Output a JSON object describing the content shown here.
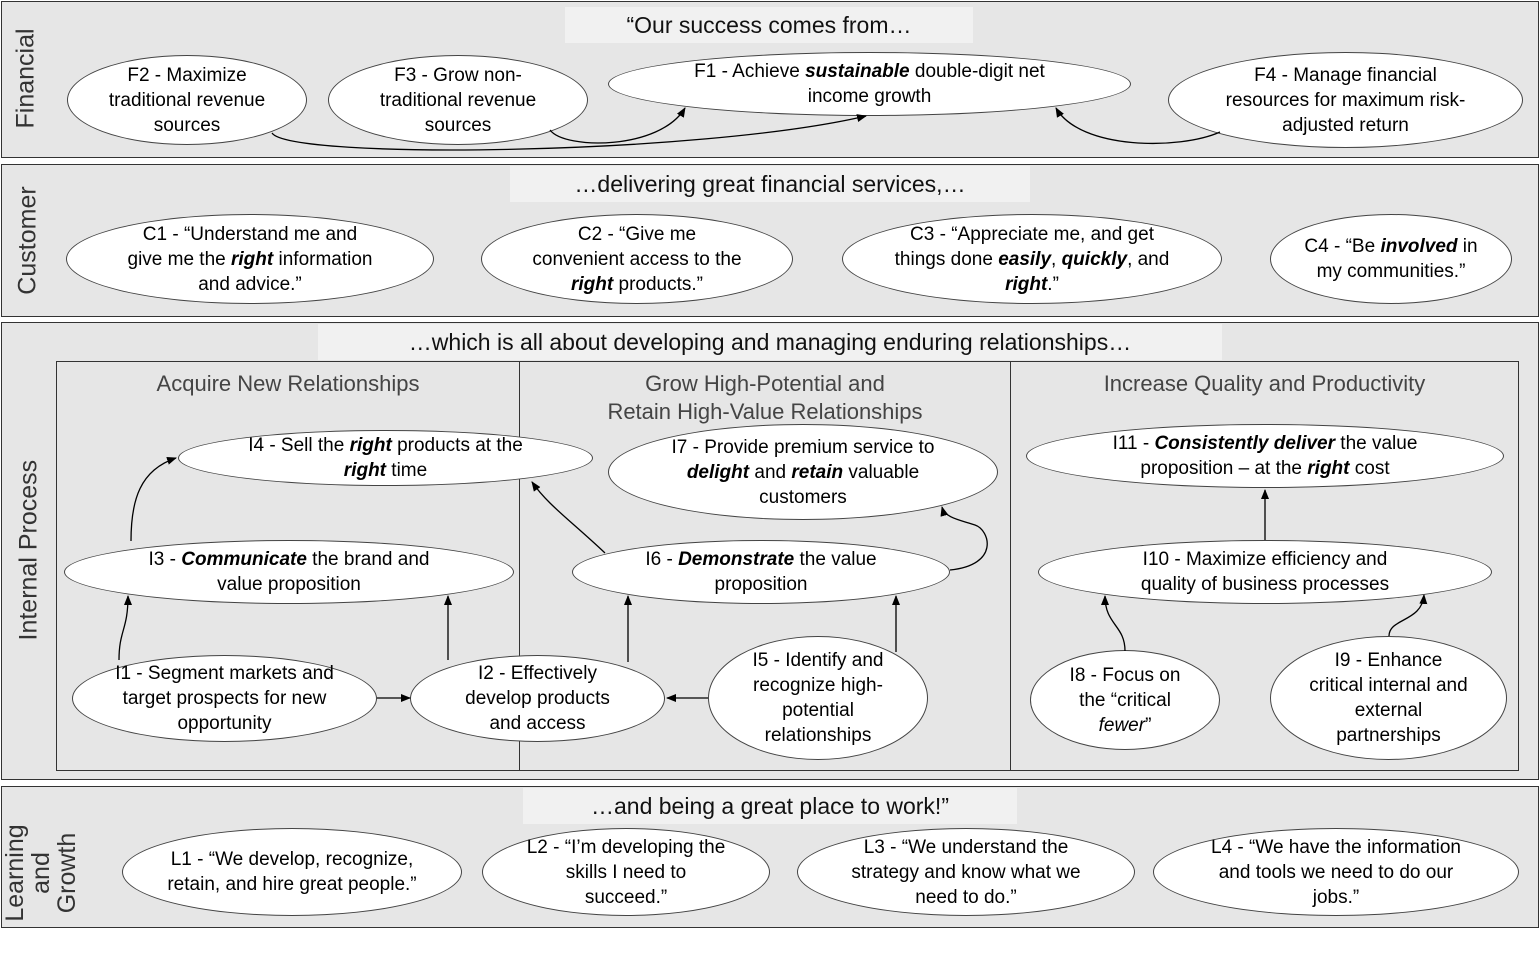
{
  "financial": {
    "label": "Financial",
    "banner": "“Our success comes from…",
    "F2": "F2 - Maximize traditional revenue sources",
    "F3": "F3 - Grow non-traditional revenue sources",
    "F1_a": "F1 - Achieve ",
    "F1_b": "sustainable",
    "F1_c": " double-digit net income growth",
    "F4": "F4 - Manage financial resources for maximum risk-adjusted return"
  },
  "customer": {
    "label": "Customer",
    "banner": "…delivering great financial services,…",
    "C1_a": "C1 - “Understand me and give me the ",
    "C1_b": "right",
    "C1_c": " information and advice.”",
    "C2_a": "C2 - “Give me convenient access to the ",
    "C2_b": "right",
    "C2_c": " products.”",
    "C3_a": "C3 - “Appreciate me, and get things done ",
    "C3_b": "easily",
    "C3_c": ", ",
    "C3_d": "quickly",
    "C3_e": ", and ",
    "C3_f": "right",
    "C3_g": ".”",
    "C4_a": "C4 - “Be ",
    "C4_b": "involved",
    "C4_c": " in my communities.”"
  },
  "internal": {
    "label": "Internal Process",
    "banner": "…which is all about developing and managing enduring relationships…",
    "col1_title": "Acquire New Relationships",
    "col2_title_1": "Grow High-Potential and",
    "col2_title_2": "Retain High-Value Relationships",
    "col3_title": "Increase Quality and Productivity",
    "I4_a": "I4 - Sell the ",
    "I4_b": "right",
    "I4_c": " products at the ",
    "I4_d": "right",
    "I4_e": " time",
    "I3_a": "I3 - ",
    "I3_b": "Communicate",
    "I3_c": " the brand and value proposition",
    "I1": "I1 - Segment markets and target prospects for new opportunity",
    "I2": "I2 - Effectively develop products and access",
    "I7_a": "I7 - Provide premium service to ",
    "I7_b": "delight",
    "I7_c": " and ",
    "I7_d": "retain",
    "I7_e": " valuable customers",
    "I6_a": "I6 - ",
    "I6_b": "Demonstrate",
    "I6_c": " the value proposition",
    "I5": "I5 - Identify and recognize high-potential relationships",
    "I11_a": "I11 - ",
    "I11_b": "Consistently deliver",
    "I11_c": " the value proposition – at the ",
    "I11_d": "right",
    "I11_e": " cost",
    "I10": "I10 - Maximize efficiency and quality of business processes",
    "I8_a": "I8 - Focus on the “critical ",
    "I8_b": "fewer",
    "I8_c": "”",
    "I9": "I9 - Enhance critical internal and external partnerships"
  },
  "learning": {
    "label_1": "Learning",
    "label_2": "and",
    "label_3": "Growth",
    "banner": "…and being a great place to work!”",
    "L1": "L1 - “We develop, recognize, retain, and hire great people.”",
    "L2": "L2 - “I’m developing the skills I need to succeed.”",
    "L3": "L3 - “We understand the strategy and know what we need to do.”",
    "L4": "L4 - “We have the information and tools we need to do our jobs.”"
  }
}
